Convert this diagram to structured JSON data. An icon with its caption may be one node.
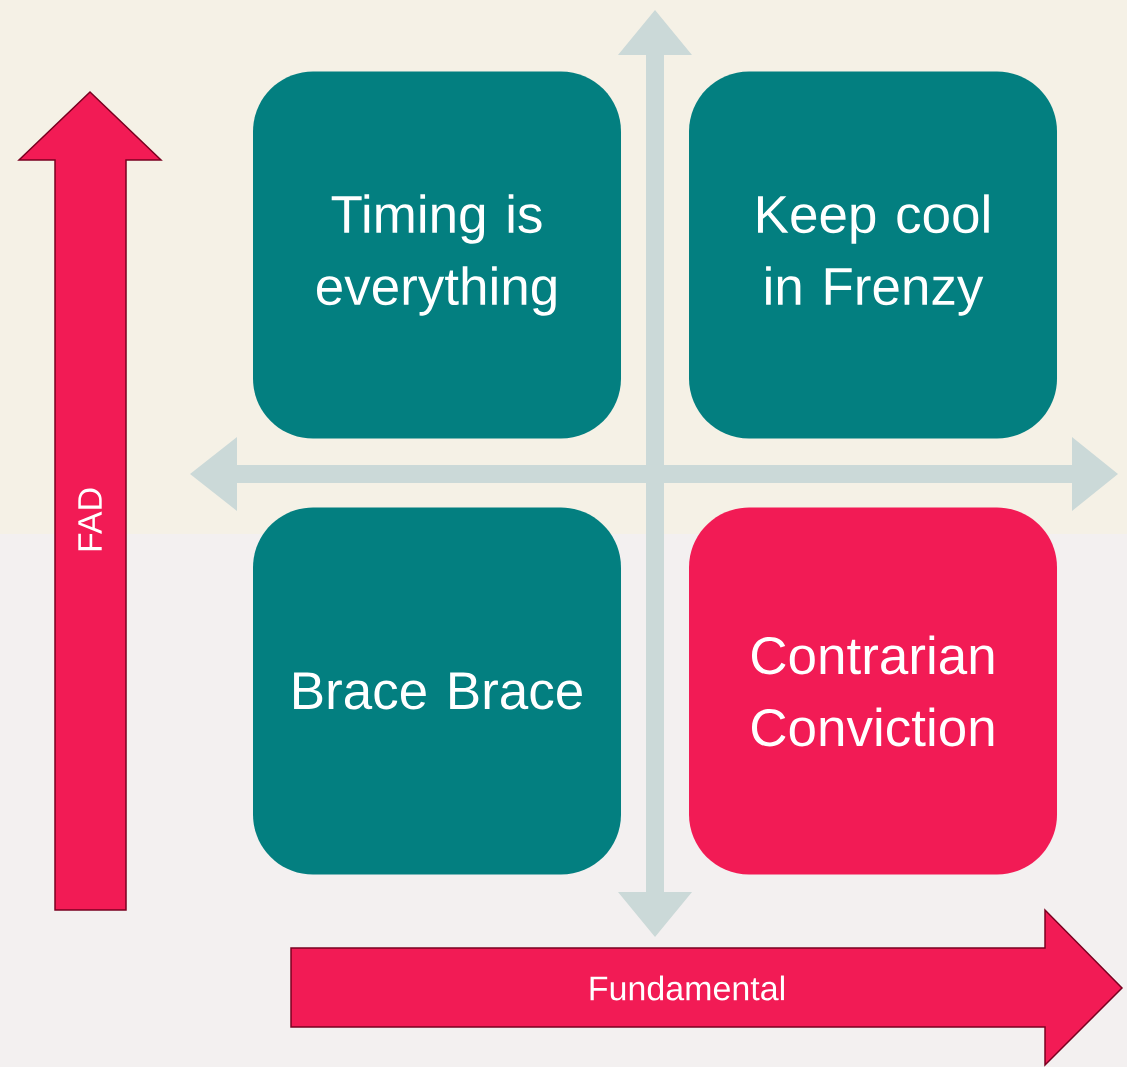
{
  "diagram": {
    "nodes": [
      {
        "text": [
          "Timing is everything"
        ]
      },
      {
        "text": [
          "Keep cool in Frenzy"
        ]
      },
      {
        "text": [
          "Brace Brace"
        ]
      },
      {
        "text": [
          "Contrarian Conviction"
        ]
      },
      {
        "text": [
          "FAD"
        ]
      },
      {
        "text": [
          "Fundamental"
        ]
      }
    ]
  }
}
